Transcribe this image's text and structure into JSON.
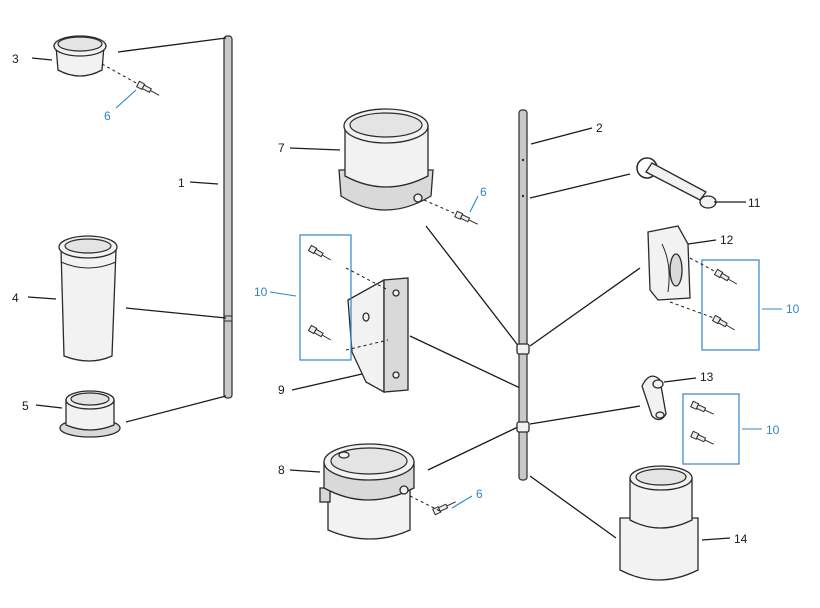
{
  "callouts": {
    "c1": "1",
    "c2": "2",
    "c3": "3",
    "c4": "4",
    "c5": "5",
    "c6a": "6",
    "c6b": "6",
    "c6c": "6",
    "c7": "7",
    "c8": "8",
    "c9": "9",
    "c10a": "10",
    "c10b": "10",
    "c10c": "10",
    "c11": "11",
    "c12": "12",
    "c13": "13",
    "c14": "14"
  },
  "colors": {
    "line": "#1a1a1a",
    "accent_blue": "#2f86c8",
    "part_fill": "#f2f2f2"
  }
}
